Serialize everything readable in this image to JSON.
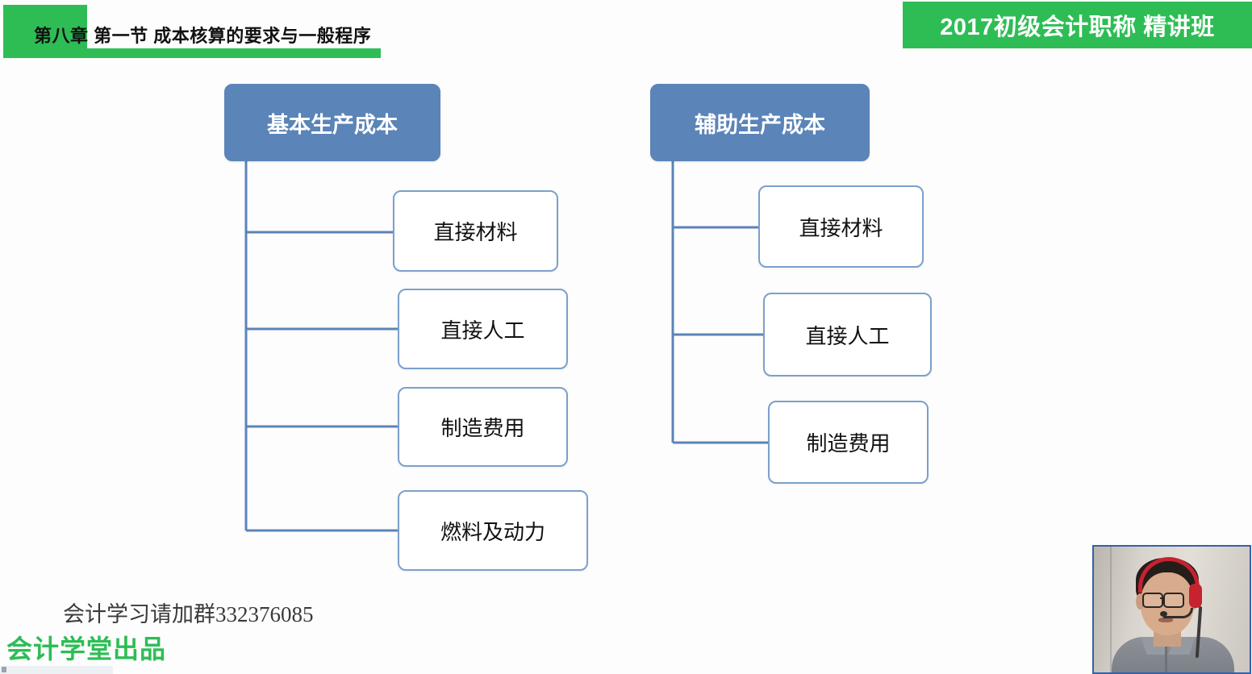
{
  "slide": {
    "header": {
      "title": "第八章 第一节  成本核算的要求与一般程序",
      "accent_color": "#2ebd55"
    },
    "course_badge": {
      "label": "2017初级会计职称  精讲班",
      "background_color": "#2ebd55",
      "text_color": "#ffffff"
    },
    "diagram": {
      "type": "org-chart",
      "node_colors": {
        "root_fill": "#5b84b8",
        "root_text": "#ffffff",
        "child_fill": "#ffffff",
        "child_border": "#7ba0cc",
        "child_text": "#111111",
        "connector": "#5b84b8"
      },
      "trees": [
        {
          "id": "basic-production-cost",
          "root": "基本生产成本",
          "children": [
            "直接材料",
            "直接人工",
            "制造费用",
            "燃料及动力"
          ]
        },
        {
          "id": "auxiliary-production-cost",
          "root": "辅助生产成本",
          "children": [
            "直接材料",
            "直接人工",
            "制造费用"
          ]
        }
      ]
    },
    "watermarks": {
      "qq_group": "会计学习请加群332376085",
      "brand": "会计学堂出品",
      "brand_color": "#2ebd55"
    },
    "webcam": {
      "label": "instructor-video-feed"
    }
  }
}
